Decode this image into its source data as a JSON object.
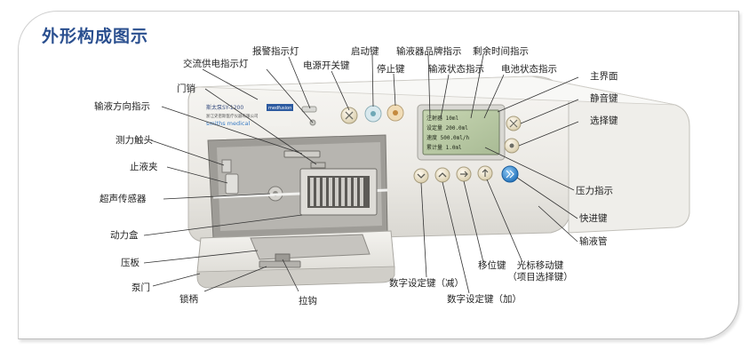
{
  "title": "外形构成图示",
  "device": {
    "model_text": "斯太泵SY-1200",
    "brand_badge": "medfusion",
    "company": "浙江史密斯医疗仪器有限公司",
    "brand_text": "smiths medical",
    "lcd_lines": [
      "注射器  10ml",
      "设定量 200.0ml",
      "速度  500.0ml/h",
      "累计量 1.0ml"
    ]
  },
  "labels": {
    "ac_light": "交流供电指示灯",
    "alarm_light": "报警指示灯",
    "power_key": "电源开关键",
    "start_key": "启动键",
    "stop_key": "停止键",
    "brand_indicator": "输液器品牌指示",
    "infusion_status": "输液状态指示",
    "remaining_time": "剩余时间指示",
    "battery_status": "电池状态指示",
    "main_screen": "主界面",
    "mute_key": "静音键",
    "select_key": "选择键",
    "pressure_indicator": "压力指示",
    "fast_key": "快进键",
    "infusion_tube": "输液管",
    "cursor_key_1": "光标移动键",
    "cursor_key_2": "（项目选择键）",
    "shift_key": "移位键",
    "digit_plus": "数字设定键（加）",
    "digit_minus": "数字设定键（减）",
    "pull_hook": "拉钩",
    "lock_handle": "锁柄",
    "pump_door": "泵门",
    "press_plate": "压板",
    "power_box": "动力盒",
    "ultrasonic_sensor": "超声传感器",
    "stop_clamp": "止液夹",
    "force_probe": "测力触头",
    "flow_direction": "输液方向指示",
    "door_latch": "门销"
  },
  "colors": {
    "title": "#2a4f8f",
    "body": "#ecebe7",
    "lcd": "#b9c9a6",
    "keys": "#e9e1c9",
    "fast_key": "#3d8fd6"
  },
  "icons": [
    "power-icon",
    "start-icon",
    "stop-icon",
    "mute-icon",
    "select-icon",
    "fast-forward-icon"
  ]
}
